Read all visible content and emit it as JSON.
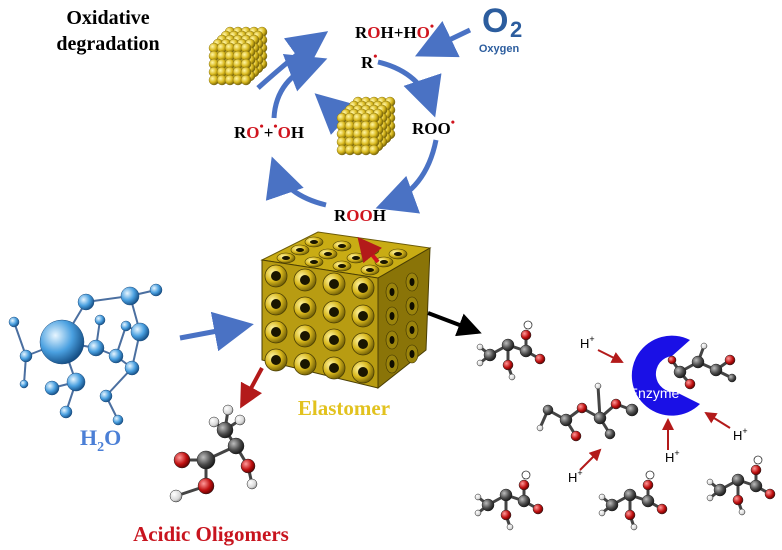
{
  "title": {
    "line1": "Oxidative",
    "line2": "degradation"
  },
  "cycle": {
    "r": "R",
    "roo": {
      "r": "R",
      "oo": "OO"
    },
    "rooh": {
      "r": "R",
      "oo": "OO",
      "h": "H"
    },
    "ro_oh": {
      "r": "R",
      "o": "O",
      "plus": "+",
      "o2": "O",
      "h": "H"
    },
    "roh_ho": {
      "r": "R",
      "o": "O",
      "h": "H",
      "plus": "+",
      "h2": "H",
      "o2": "O"
    },
    "radical": "•"
  },
  "oxygen": {
    "symbol": "O",
    "sub": "2",
    "label": "Oxygen"
  },
  "water": {
    "h": "H",
    "sub": "2",
    "o": "O"
  },
  "elastomer_label": "Elastomer",
  "oligomers_label": "Acidic Oligomers",
  "enzyme_label": "Enzyme",
  "proton": {
    "h": "H",
    "sup": "+"
  },
  "colors": {
    "blue_arrow": "#4a72c4",
    "red": "#c8141e",
    "gold": "#e2c21e",
    "enzyme": "#1a10e6",
    "water_blue": "#4b7fd6"
  }
}
